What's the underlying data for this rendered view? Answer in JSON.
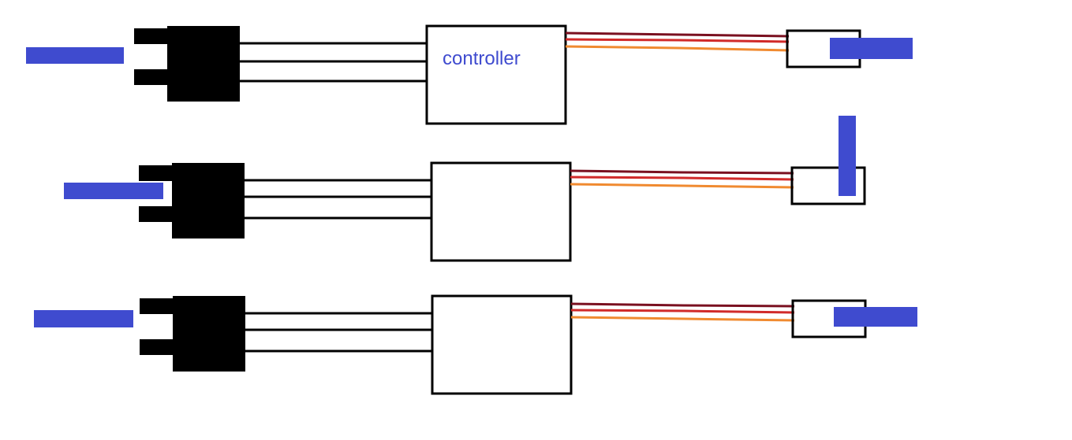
{
  "diagram": {
    "controller_label": "controller"
  },
  "colors": {
    "background": "#ffffff",
    "outline": "#000000",
    "connector_fill": "#000000",
    "indicator_blue": "#3f4bcf",
    "label_blue": "#3f4bcf",
    "wire_dark_red": "#7a1020",
    "wire_red": "#d12a2a",
    "wire_orange": "#f08a30"
  },
  "icons": {
    "connector": "black-plug-connector-icon",
    "controller": "rectangle-box",
    "servo": "small-rectangle-box",
    "indicator": "blue-bar-marker"
  }
}
